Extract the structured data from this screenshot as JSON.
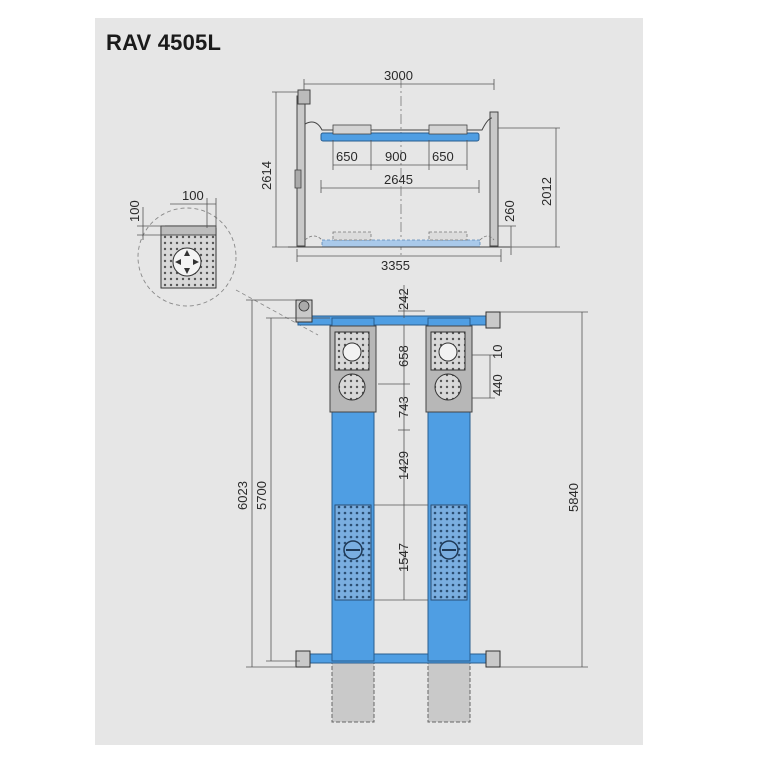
{
  "title": "RAV 4505L",
  "colors": {
    "lift_blue": "#4f9ee3",
    "panel_gray": "#e6e6e6",
    "extension_gray": "#c8c8c8"
  },
  "front_view": {
    "width_overall": "3000",
    "height_columns": "2614",
    "platform_spacing": [
      "650",
      "900",
      "650"
    ],
    "track_width": "2645",
    "lift_height": "2012",
    "base_height": "260",
    "base_width": "3355"
  },
  "detail_view": {
    "width": "100",
    "height": "100"
  },
  "top_view": {
    "overall_length": "6023",
    "track_length": "5700",
    "column_length": "5840",
    "offset_front": "242",
    "plate_offset": "658",
    "plate_size": "440",
    "plate_gap": "10",
    "slip_plate_offset": "743",
    "gap_to_pads": "1429",
    "pad_length": "1547"
  }
}
